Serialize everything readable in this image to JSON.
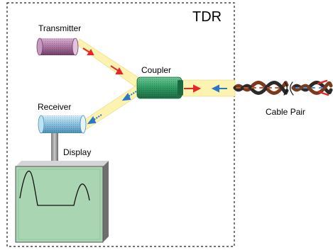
{
  "labels": {
    "title": "TDR",
    "transmitter": "Transmitter",
    "coupler": "Coupler",
    "receiver": "Receiver",
    "display": "Display",
    "cable_pair": "Cable Pair"
  },
  "colors": {
    "beam": "#fdf3b0",
    "forward_arrow": "#e8262a",
    "reflected_arrow": "#2a77c9",
    "transmitter": "#b07aa6",
    "coupler": "#2f9a63",
    "receiver": "#8fc6e4",
    "screen": "#a9d5b2",
    "waveform": "#111111"
  }
}
